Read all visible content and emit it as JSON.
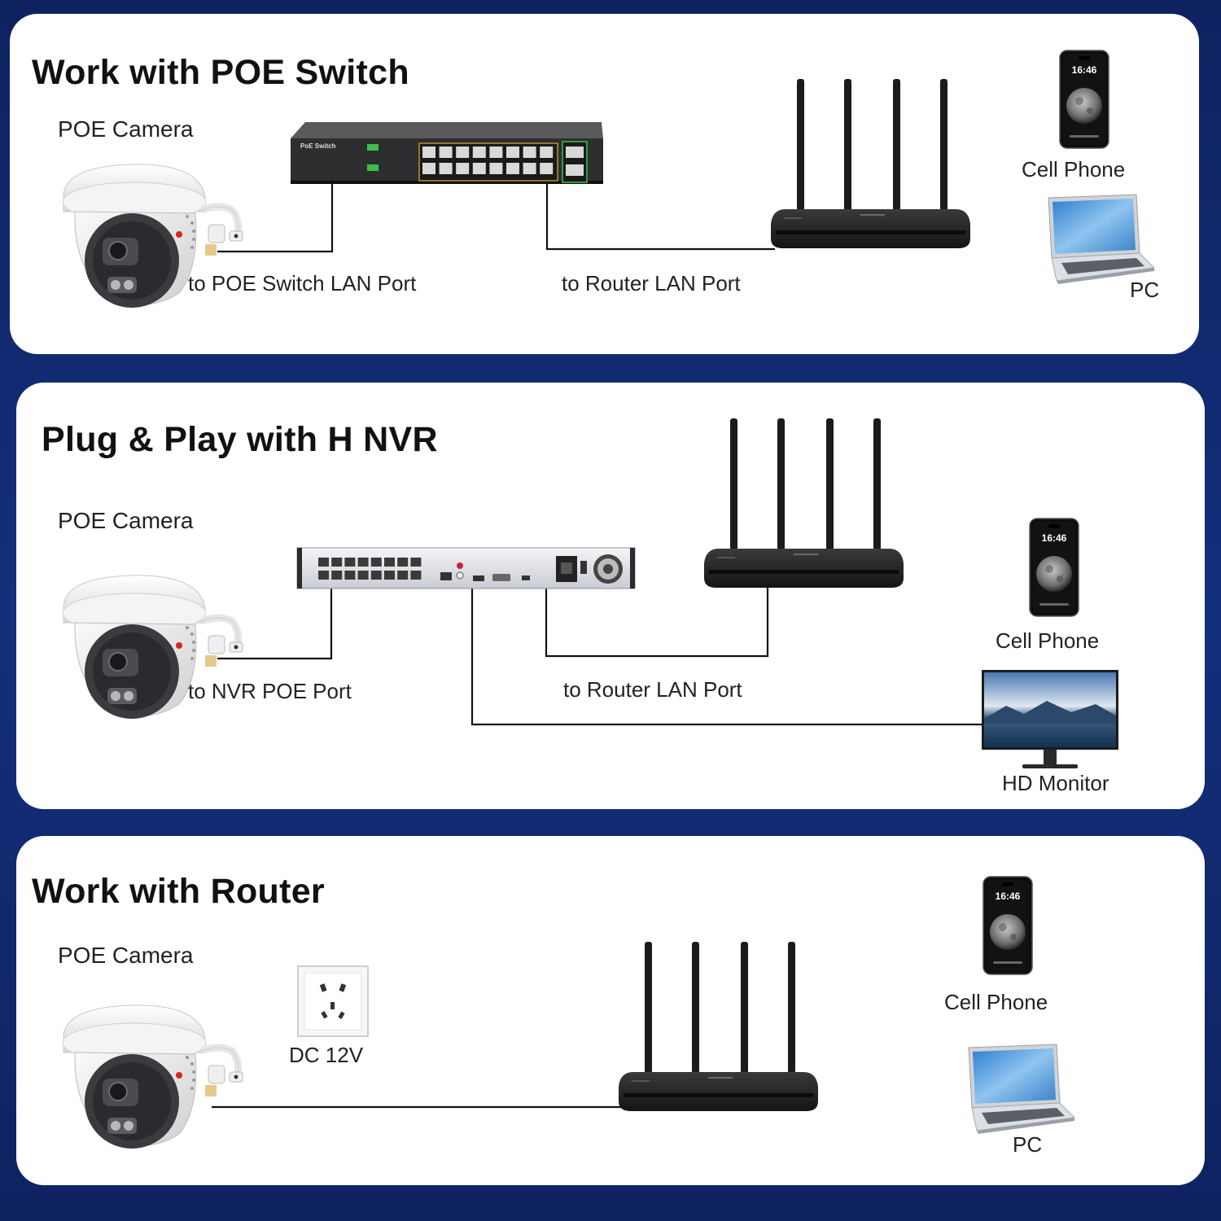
{
  "panel1": {
    "title": "Work with POE Switch",
    "camera_label": "POE Camera",
    "switch_text": "PoE Switch",
    "link1_label": "to POE Switch LAN Port",
    "link2_label": "to Router LAN Port",
    "phone_label": "Cell Phone",
    "phone_time": "16:46",
    "pc_label": "PC"
  },
  "panel2": {
    "title": "Plug & Play with H NVR",
    "camera_label": "POE Camera",
    "link1_label": "to NVR POE Port",
    "link2_label": "to Router LAN Port",
    "phone_label": "Cell Phone",
    "phone_time": "16:46",
    "monitor_label": "HD Monitor"
  },
  "panel3": {
    "title": "Work with Router",
    "camera_label": "POE Camera",
    "power_label": "DC 12V",
    "phone_label": "Cell Phone",
    "phone_time": "16:46",
    "pc_label": "PC"
  },
  "colors": {
    "background": "#0f2463",
    "panel": "#ffffff",
    "router": "#1c1c1e",
    "port_led": "#3fbf4a"
  }
}
